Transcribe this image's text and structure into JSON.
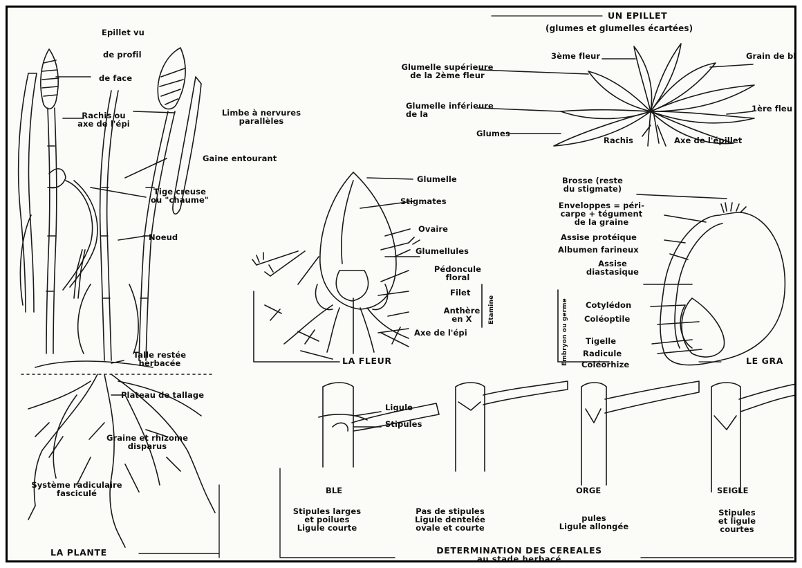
{
  "colors": {
    "ink": "#1a1a1a",
    "paper": "#fbfbf8",
    "border": "#000000"
  },
  "plant": {
    "epillet_vu": "Epillet vu",
    "de_profil": "de profil",
    "de_face": "de face",
    "rachis_l1": "Rachis ou",
    "rachis_l2": "axe de l'épi",
    "limbe_l1": "Limbe à nervures",
    "limbe_l2": "parallèles",
    "gaine": "Gaine entourant",
    "tige_l1": "Tige creuse",
    "tige_l2": "ou \"chaume\"",
    "noeud": "Noeud",
    "talle_l1": "Talle restée",
    "talle_l2": "herbacée",
    "plateau": "Plateau de tallage",
    "graine_l1": "Graine et rhizome",
    "graine_l2": "disparus",
    "systeme_l1": "Système radiculaire",
    "systeme_l2": "fasciculé",
    "title": "LA PLANTE"
  },
  "epillet": {
    "title_l1": "UN EPILLET",
    "title_l2": "(glumes et glumelles écartées)",
    "fleur3": "3ème fleur",
    "grain": "Grain de bl",
    "glumelle_sup_l1": "Glumelle supérieure",
    "glumelle_sup_l2": "de la 2ème fleur",
    "glumelle_inf_l1": "Glumelle inférieure",
    "glumelle_inf_l2": "de la",
    "fleur1": "1ère fleu",
    "glumes": "Glumes",
    "rachis": "Rachis",
    "axe": "Axe de l'épillet"
  },
  "fleur": {
    "glumelle": "Glumelle",
    "stigmates": "Stigmates",
    "ovaire": "Ovaire",
    "glumellules": "Glumellules",
    "pedoncule_l1": "Pédoncule",
    "pedoncule_l2": "floral",
    "filet": "Filet",
    "antheres_l1": "Anthère",
    "antheres_l2": "en X",
    "etamine": "Etamine",
    "axe_epi": "Axe de l'épi",
    "title": "LA FLEUR"
  },
  "grain": {
    "brosse_l1": "Brosse (reste",
    "brosse_l2": "du stigmate)",
    "env_l1": "Enveloppes = péri-",
    "env_l2": "carpe + tégument",
    "env_l3": "de la graine",
    "assise_prot": "Assise protéique",
    "albumen": "Albumen farineux",
    "assise_dia_l1": "Assise",
    "assise_dia_l2": "diastasique",
    "cotyledon": "Cotylédon",
    "coleoptile": "Coléoptile",
    "tigelle": "Tigelle",
    "radicule": "Radicule",
    "coleorhize": "Coléorhize",
    "embryon": "Embryon ou germe",
    "title": "LE GRA"
  },
  "cereales": {
    "ligule": "Ligule",
    "stipules": "Stipules",
    "ble": "BLE",
    "ble_d1": "Stipules larges",
    "ble_d2": "et poilues",
    "ble_d3": "Ligule courte",
    "avoine_d1": "Pas de stipules",
    "avoine_d2": "Ligule dentelée",
    "avoine_d3": "ovale et courte",
    "orge": "ORGE",
    "orge_d1": "pules",
    "orge_d2": "Ligule allongée",
    "seigle": "SEIGLE",
    "seigle_d1": "Stipules",
    "seigle_d2": "et ligule",
    "seigle_d3": "courtes",
    "title_l1": "DETERMINATION DES CEREALES",
    "title_l2": "au stade herbacé"
  }
}
